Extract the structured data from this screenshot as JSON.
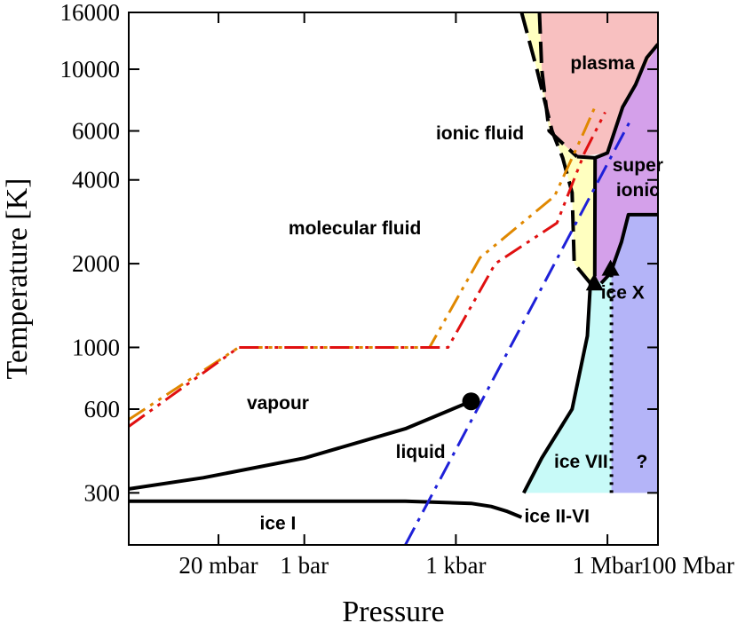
{
  "chart_data": {
    "type": "area",
    "title": "",
    "xlabel": "Pressure",
    "ylabel": "Temperature [K]",
    "x_scale": "log",
    "y_scale": "log",
    "x_unit": "bar",
    "y_unit": "K",
    "xlim": [
      0.000335,
      10000000
    ],
    "ylim": [
      195,
      16000
    ],
    "grid": false,
    "x_ticks": [
      {
        "value": 0.02,
        "label": "20 mbar"
      },
      {
        "value": 1,
        "label": "1 bar"
      },
      {
        "value": 1000,
        "label": "1 kbar"
      },
      {
        "value": 1000000,
        "label": "1 Mbar"
      },
      {
        "value": 100000000,
        "label": "100 Mbar"
      }
    ],
    "y_ticks": [
      {
        "value": 300,
        "label": "300"
      },
      {
        "value": 600,
        "label": "600"
      },
      {
        "value": 1000,
        "label": "1000"
      },
      {
        "value": 2000,
        "label": "2000"
      },
      {
        "value": 4000,
        "label": "4000"
      },
      {
        "value": 6000,
        "label": "6000"
      },
      {
        "value": 10000,
        "label": "10000"
      },
      {
        "value": 16000,
        "label": "16000"
      }
    ],
    "regions": [
      {
        "name": "plasma",
        "color": "#f8c0c0",
        "points": [
          [
            15000,
            16000
          ],
          [
            10000000,
            16000
          ],
          [
            10000000,
            12300
          ],
          [
            3600000,
            8800
          ],
          [
            2000000,
            7300
          ],
          [
            1000000,
            5000
          ],
          [
            250000,
            4850
          ],
          [
            70000,
            6000
          ],
          [
            50000,
            10000
          ],
          [
            45000,
            16000
          ]
        ]
      },
      {
        "name": "ionic fluid",
        "color": "#ffffc0",
        "points": [
          [
            20000,
            16000
          ],
          [
            45000,
            16000
          ],
          [
            50000,
            10000
          ],
          [
            70000,
            6000
          ],
          [
            250000,
            4850
          ],
          [
            570000,
            4800
          ],
          [
            560000,
            1800
          ],
          [
            460000,
            1700
          ],
          [
            220000,
            2000
          ],
          [
            200000,
            3600
          ],
          [
            130000,
            4800
          ],
          [
            80000,
            6000
          ],
          [
            40000,
            10000
          ]
        ]
      },
      {
        "name": "super ionic",
        "color": "#d4a0ea",
        "points": [
          [
            10000000,
            12300
          ],
          [
            10000000,
            3000
          ],
          [
            2600000,
            3000
          ],
          [
            1900000,
            2400
          ],
          [
            1150000,
            1850
          ],
          [
            750000,
            1700
          ],
          [
            560000,
            1800
          ],
          [
            570000,
            4800
          ],
          [
            1000000,
            5000
          ],
          [
            2000000,
            7300
          ],
          [
            3600000,
            8800
          ]
        ]
      },
      {
        "name": "ice VII",
        "color": "#c8faf8",
        "points": [
          [
            22000,
            300
          ],
          [
            1200000,
            300
          ],
          [
            1200000,
            1850
          ],
          [
            750000,
            1700
          ],
          [
            560000,
            1800
          ],
          [
            460000,
            1700
          ],
          [
            400000,
            1100
          ],
          [
            200000,
            600
          ],
          [
            50000,
            400
          ]
        ]
      },
      {
        "name": "ice X",
        "color": "#b4b4f8",
        "points": [
          [
            1200000,
            300
          ],
          [
            10000000,
            300
          ],
          [
            10000000,
            3000
          ],
          [
            2600000,
            3000
          ],
          [
            1900000,
            2400
          ],
          [
            1200000,
            1850
          ]
        ]
      }
    ],
    "series": [
      {
        "kind": "boundary",
        "color": "#000000",
        "dash": "dashed",
        "points": [
          [
            20000,
            16000
          ],
          [
            40000,
            10000
          ],
          [
            80000,
            6000
          ],
          [
            130000,
            4800
          ],
          [
            200000,
            3600
          ],
          [
            220000,
            2000
          ],
          [
            460000,
            1700
          ]
        ]
      },
      {
        "kind": "boundary",
        "color": "#000000",
        "dash": "dashed",
        "points": [
          [
            45000,
            16000
          ],
          [
            50000,
            10000
          ],
          [
            70000,
            6000
          ],
          [
            250000,
            4850
          ]
        ]
      },
      {
        "kind": "boundary",
        "color": "#000000",
        "dash": "solid",
        "points": [
          [
            250000,
            4850
          ],
          [
            570000,
            4800
          ],
          [
            560000,
            1800
          ]
        ]
      },
      {
        "kind": "boundary",
        "color": "#000000",
        "dash": "solid",
        "points": [
          [
            570000,
            4800
          ],
          [
            1000000,
            5000
          ],
          [
            2000000,
            7300
          ],
          [
            3600000,
            8800
          ],
          [
            6000000,
            11000
          ],
          [
            10000000,
            12300
          ]
        ]
      },
      {
        "kind": "boundary",
        "color": "#000000",
        "dash": "solid",
        "points": [
          [
            750000,
            1700
          ],
          [
            1150000,
            1850
          ],
          [
            1900000,
            2400
          ],
          [
            2600000,
            3000
          ],
          [
            10000000,
            3000
          ]
        ]
      },
      {
        "kind": "boundary",
        "color": "#000000",
        "dash": "solid",
        "points": [
          [
            22000,
            300
          ],
          [
            50000,
            400
          ],
          [
            200000,
            600
          ],
          [
            400000,
            1100
          ],
          [
            460000,
            1700
          ],
          [
            560000,
            1800
          ]
        ]
      },
      {
        "kind": "boundary",
        "color": "#000000",
        "dash": "dotted",
        "points": [
          [
            1200000,
            300
          ],
          [
            1200000,
            1850
          ]
        ]
      },
      {
        "kind": "boundary",
        "color": "#000000",
        "dash": "solid",
        "points": [
          [
            0.000335,
            310
          ],
          [
            0.01,
            340
          ],
          [
            1,
            400
          ],
          [
            100,
            510
          ],
          [
            2000,
            640
          ]
        ]
      },
      {
        "kind": "boundary",
        "color": "#000000",
        "dash": "solid",
        "points": [
          [
            0.000335,
            280
          ],
          [
            100,
            280
          ],
          [
            2000,
            275
          ],
          [
            5000,
            268
          ],
          [
            10000,
            258
          ],
          [
            20000,
            245
          ]
        ]
      },
      {
        "kind": "adiabat",
        "color": "#e08800",
        "dash": "dash-dot-dot",
        "points": [
          [
            0.000335,
            550
          ],
          [
            0.05,
            1000
          ],
          [
            300,
            1000
          ],
          [
            3000,
            2100
          ],
          [
            90000,
            3500
          ],
          [
            350000,
            6000
          ],
          [
            600000,
            7500
          ]
        ]
      },
      {
        "kind": "adiabat",
        "color": "#e01010",
        "dash": "dash-dot-dot",
        "points": [
          [
            0.000335,
            520
          ],
          [
            0.05,
            1000
          ],
          [
            700,
            1000
          ],
          [
            6000,
            2000
          ],
          [
            100000,
            2800
          ],
          [
            350000,
            5000
          ],
          [
            900000,
            7000
          ]
        ]
      },
      {
        "kind": "adiabat",
        "color": "#1e20d8",
        "dash": "dash-dot",
        "points": [
          [
            100,
            195
          ],
          [
            2800000,
            6500
          ]
        ]
      }
    ],
    "markers": [
      {
        "symbol": "circle",
        "x": 2000,
        "y": 640
      },
      {
        "symbol": "triangle",
        "x": 560000,
        "y": 1700
      },
      {
        "symbol": "triangle",
        "x": 1150000,
        "y": 1920
      }
    ],
    "region_labels": [
      {
        "text": "plasma",
        "x": 800000,
        "y": 10000
      },
      {
        "text": "ionic fluid",
        "x": 3000,
        "y": 5600
      },
      {
        "text": "super",
        "x": 4000000,
        "y": 4300
      },
      {
        "text": "ionic",
        "x": 4000000,
        "y": 3500
      },
      {
        "text": "molecular fluid",
        "x": 10,
        "y": 2550
      },
      {
        "text": "vapour",
        "x": 0.3,
        "y": 600
      },
      {
        "text": "liquid",
        "x": 200,
        "y": 400
      },
      {
        "text": "ice I",
        "x": 0.3,
        "y": 222
      },
      {
        "text": "ice II-VI",
        "x": 100000,
        "y": 235
      },
      {
        "text": "ice VII",
        "x": 300000,
        "y": 370
      },
      {
        "text": "ice X",
        "x": 2000000,
        "y": 1500
      },
      {
        "text": "?",
        "x": 4800000,
        "y": 370
      }
    ]
  }
}
